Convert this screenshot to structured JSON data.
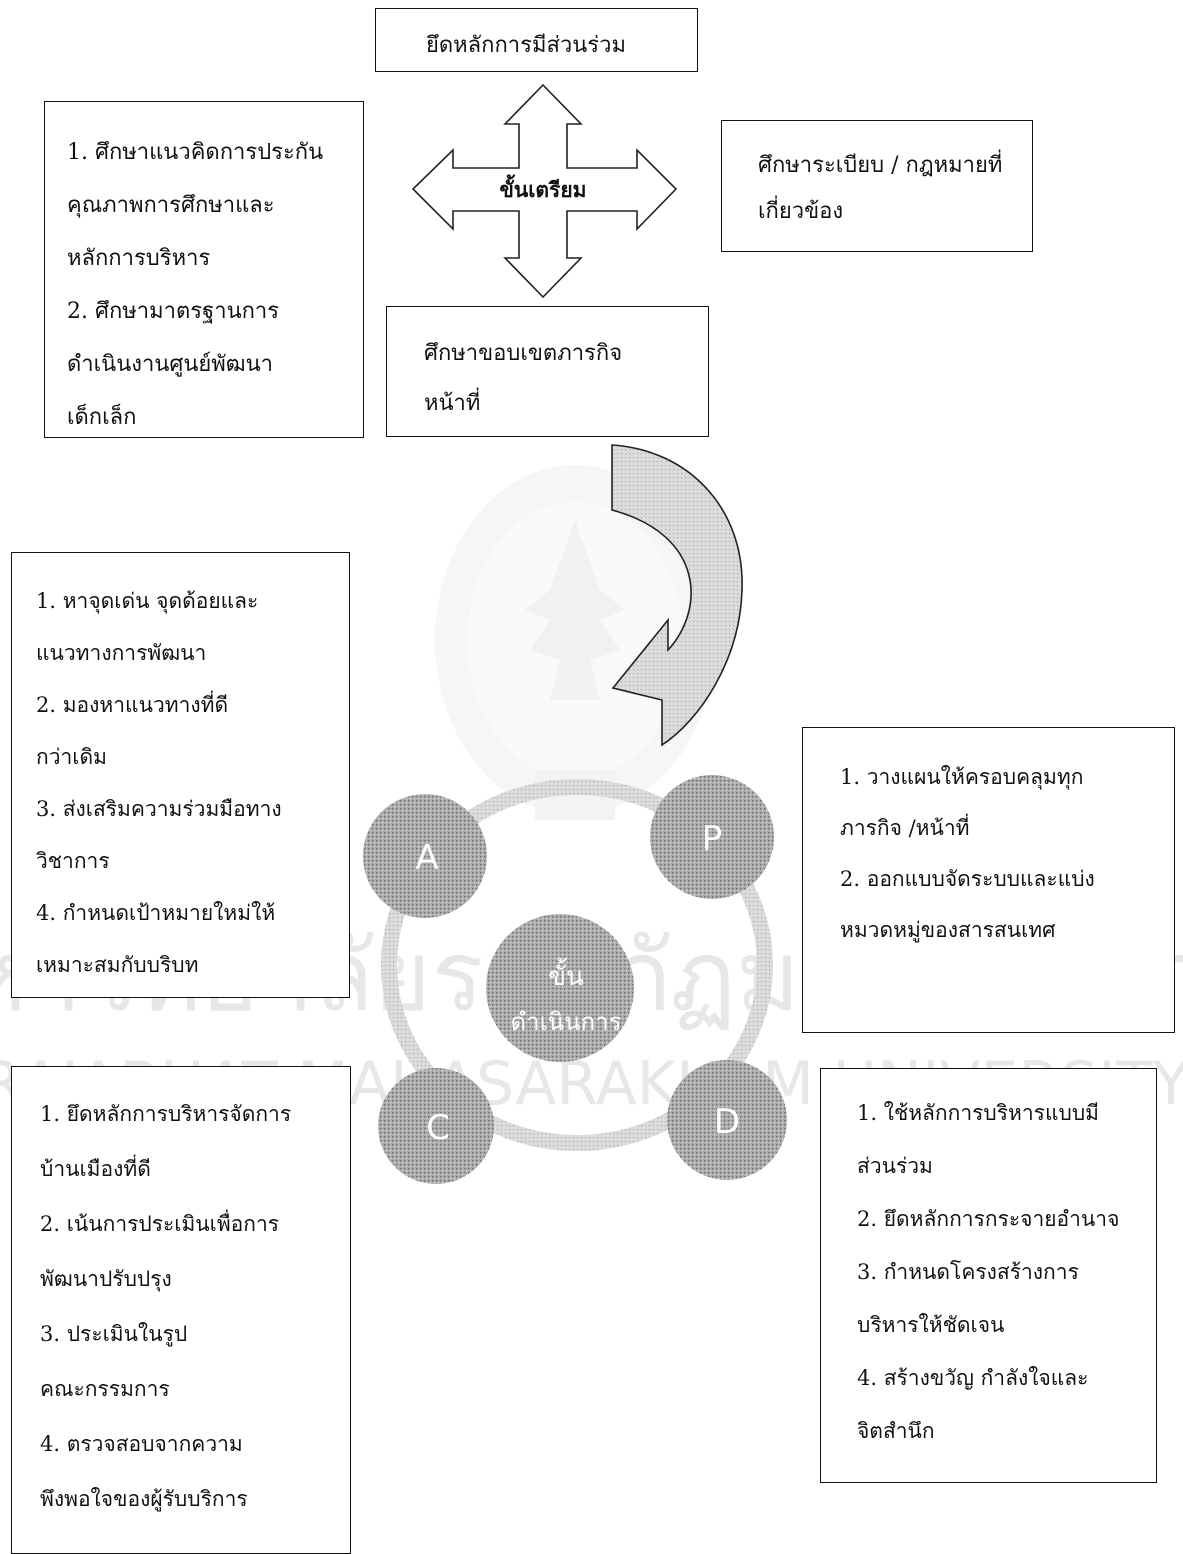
{
  "top_box": {
    "text": "ยึดหลักการมีส่วนร่วม"
  },
  "prep_label": "ขั้นเตรียม",
  "left_top_box": {
    "lines": [
      "1. ศึกษาแนวคิดการประกัน",
      "คุณภาพการศึกษาและ",
      "หลักการบริหาร",
      "2. ศึกษามาตรฐานการ",
      "ดำเนินงานศูนย์พัฒนา",
      "เด็กเล็ก"
    ]
  },
  "right_top_box": {
    "lines": [
      "ศึกษาระเบียบ / กฎหมายที่",
      "เกี่ยวข้อง"
    ]
  },
  "center_box": {
    "lines": [
      "ศึกษาขอบเขตภารกิจ",
      "หน้าที่"
    ]
  },
  "left_mid_box": {
    "lines": [
      "1. หาจุดเด่น จุดด้อยและ",
      "แนวทางการพัฒนา",
      "2. มองหาแนวทางที่ดี",
      "กว่าเดิม",
      "3. ส่งเสริมความร่วมมือทาง",
      "วิชาการ",
      "4. กำหนดเป้าหมายใหม่ให้",
      "เหมาะสมกับบริบท"
    ]
  },
  "right_mid_box": {
    "lines": [
      "1. วางแผนให้ครอบคลุมทุก",
      "ภารกิจ /หน้าที่",
      "2. ออกแบบจัดระบบและแบ่ง",
      "หมวดหมู่ของสารสนเทศ"
    ]
  },
  "left_bottom_box": {
    "lines": [
      "1. ยึดหลักการบริหารจัดการ",
      "บ้านเมืองที่ดี",
      "2. เน้นการประเมินเพื่อการ",
      "พัฒนาปรับปรุง",
      "3. ประเมินในรูป",
      "คณะกรรมการ",
      "4. ตรวจสอบจากความ",
      "พึงพอใจของผู้รับบริการ"
    ]
  },
  "right_bottom_box": {
    "lines": [
      "1. ใช้หลักการบริหารแบบมี",
      "ส่วนร่วม",
      "2. ยึดหลักการกระจายอำนาจ",
      "3. กำหนดโครงสร้างการ",
      "บริหารให้ชัดเจน",
      "4. สร้างขวัญ กำลังใจและ",
      "จิตสำนึก"
    ]
  },
  "cycle": {
    "center_label_1": "ขั้น",
    "center_label_2": "ดำเนินการ",
    "p": "P",
    "d": "D",
    "c": "C",
    "a": "A"
  },
  "watermark": {
    "thai": "มหาวิทยาลัยราชภัฏมหาสารคาม",
    "english": "RAJABHAT MAHASARAKHAM UNIVERSITY"
  },
  "colors": {
    "circle_fill": "#9a9a9a",
    "ring": "#c8c8c8",
    "arrow_fill": "#d4d4d4",
    "watermark": "#e7e7e7"
  }
}
